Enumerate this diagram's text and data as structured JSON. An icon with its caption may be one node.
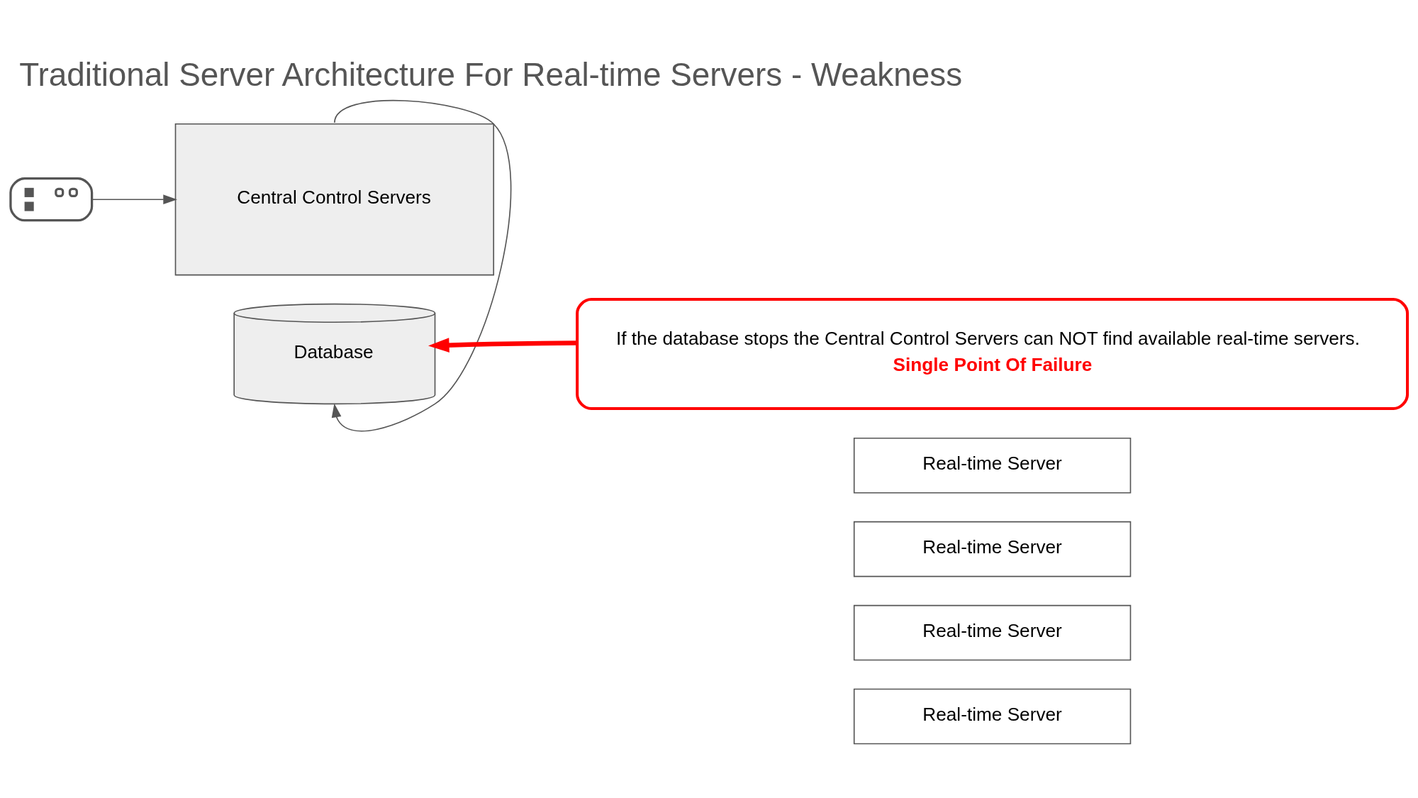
{
  "diagram": {
    "title": "Traditional Server Architecture For Real-time Servers - Weakness",
    "nodes": [
      {
        "text": [],
        "shape": "picture"
      },
      {
        "text": [
          "Database"
        ]
      },
      {
        "text": [
          "Central Control Servers"
        ]
      },
      {
        "text": [
          "If the database stops the Central Control Servers can NOT find available real-time servers.",
          "Single Point Of Failure"
        ]
      },
      {
        "text": [
          "Real-time Server"
        ]
      },
      {
        "text": [
          "Real-time Server"
        ]
      },
      {
        "text": [
          "Real-time Server"
        ]
      },
      {
        "text": [
          "Real-time Server"
        ]
      }
    ],
    "edges": [
      {
        "from": 0,
        "to": 2,
        "arrow": "to"
      },
      {
        "from": 2,
        "to": 1,
        "arrow": "to"
      },
      {
        "from": 3,
        "to": 1,
        "arrow": "to",
        "style": "thick",
        "color": "#ff0000"
      }
    ]
  }
}
